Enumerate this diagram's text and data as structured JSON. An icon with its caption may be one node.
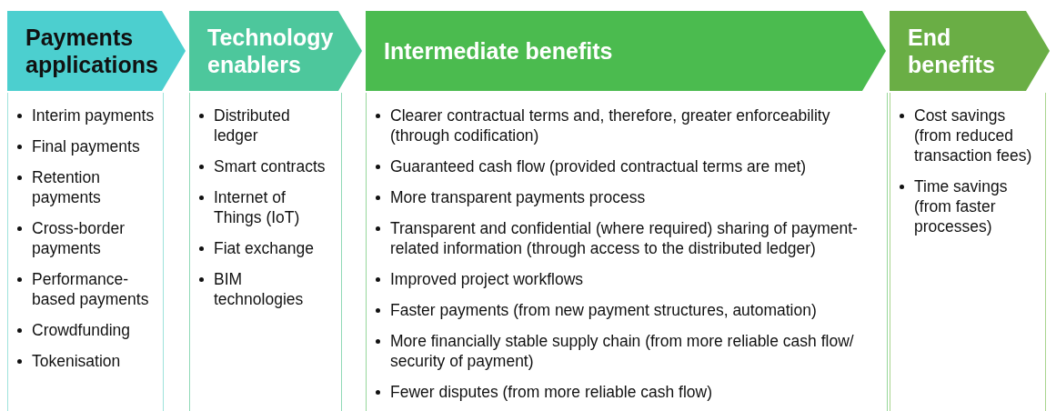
{
  "diagram": {
    "nodes": [
      {
        "text": [
          "Payments applications"
        ]
      },
      {
        "text": [
          "Interim payments",
          "Final payments",
          "Retention payments",
          "Cross-border payments",
          "Performance-based payments",
          "Crowdfunding",
          "Tokenisation"
        ]
      },
      {
        "text": [
          "Technology enablers"
        ]
      },
      {
        "text": [
          "Distributed ledger",
          "Smart contracts",
          "Internet of Things (IoT)",
          "Fiat exchange",
          "BIM technologies"
        ]
      },
      {
        "text": [
          "Intermediate benefits"
        ]
      },
      {
        "text": [
          "Clearer contractual terms and, therefore, greater enforceability (through codification)",
          "Guaranteed cash flow (provided contractual terms are met)",
          "More transparent payments process",
          "Transparent and confidential (where required) sharing of payment-related information (through access to the distributed ledger)",
          "Improved project workflows",
          "Faster payments (from new payment structures, automation)",
          "More financially stable supply chain (from more reliable cash flow/ security of payment)",
          "Fewer disputes (from more reliable cash flow)"
        ]
      },
      {
        "text": [
          "End benefits"
        ]
      },
      {
        "text": [
          "Cost savings (from reduced transaction fees)",
          "Time savings (from faster processes)"
        ]
      }
    ]
  }
}
